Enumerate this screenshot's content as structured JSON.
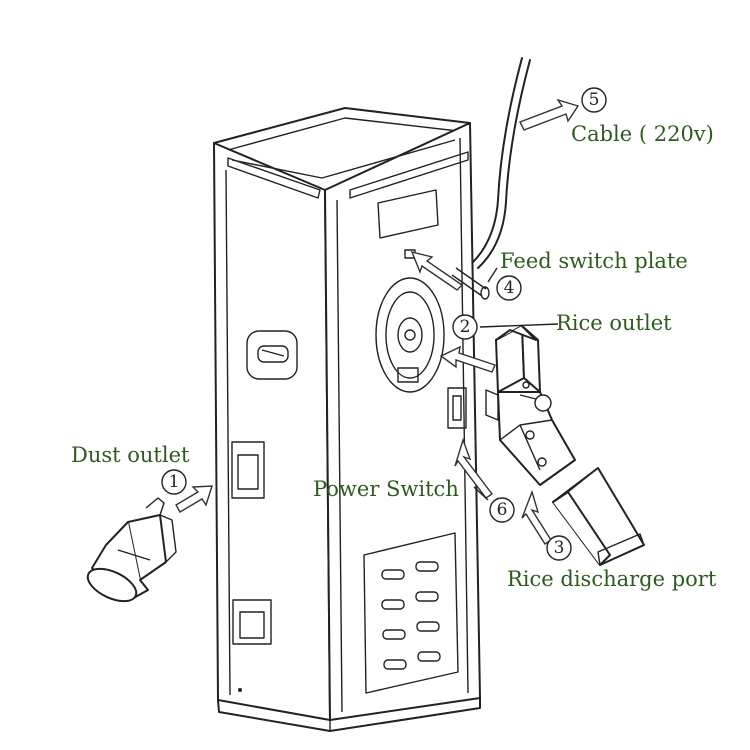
{
  "labels": {
    "cable": "Cable ( 220v)",
    "feed_switch_plate": "Feed switch plate",
    "rice_outlet": "Rice outlet",
    "dust_outlet": "Dust outlet",
    "power_switch": "Power Switch",
    "rice_discharge_port": "Rice discharge port"
  },
  "callouts": {
    "n1": "1",
    "n2": "2",
    "n3": "3",
    "n4": "4",
    "n5": "5",
    "n6": "6"
  }
}
